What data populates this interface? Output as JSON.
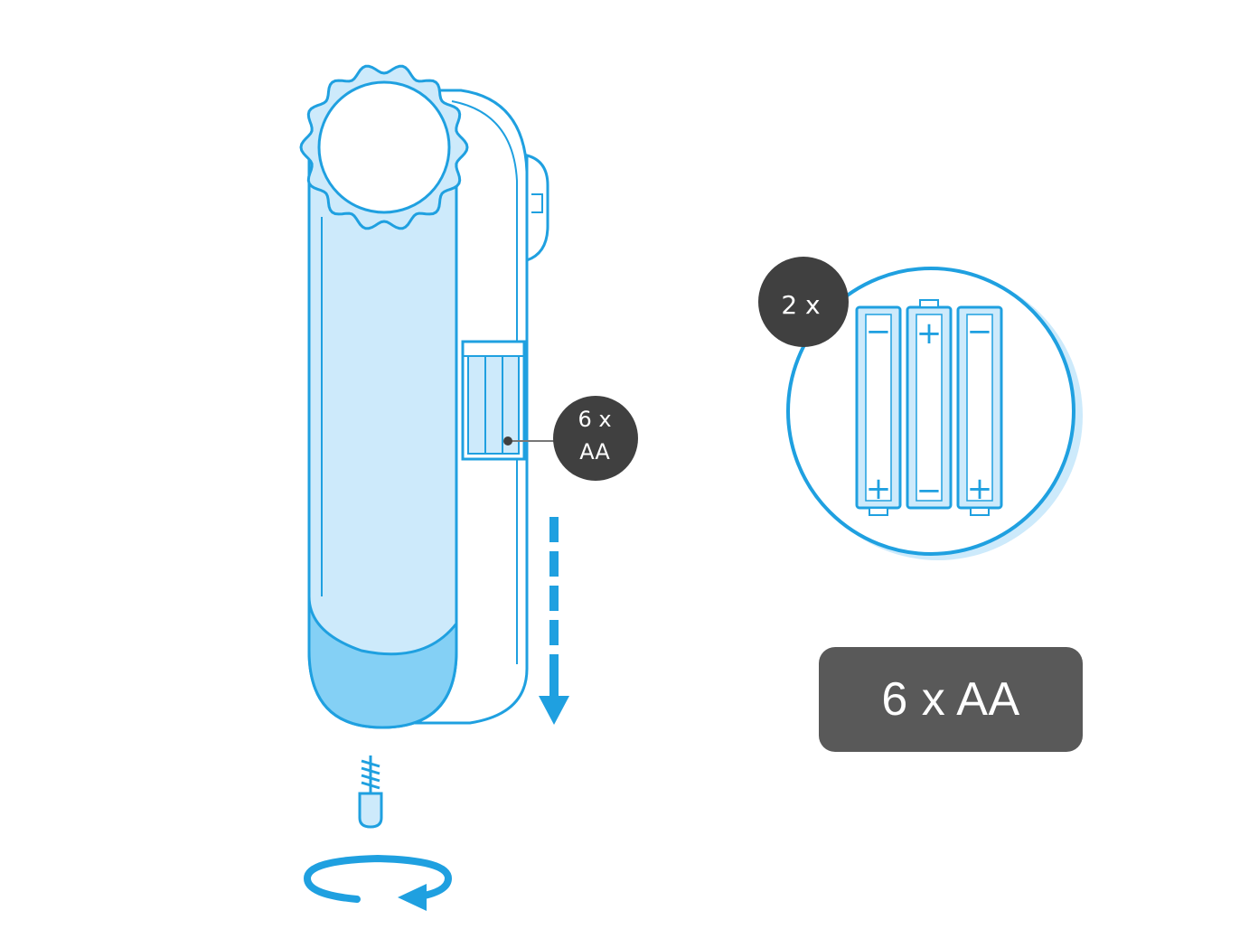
{
  "colors": {
    "outline": "#1fa0e0",
    "light_fill": "#cdeafb",
    "mid_fill": "#84d0f5",
    "white": "#ffffff",
    "callout_bg": "#404040",
    "caption_bg": "#595959"
  },
  "device_callout": {
    "line1": "6 x",
    "line2": "AA"
  },
  "battery_pack": {
    "multiplier": "2 x",
    "cells": [
      {
        "top": "−",
        "bottom": "+"
      },
      {
        "top": "+",
        "bottom": "−"
      },
      {
        "top": "−",
        "bottom": "+"
      }
    ]
  },
  "caption": {
    "text": "6 x AA"
  },
  "icons": [
    "thermostat-body-icon",
    "adjustment-dial-icon",
    "screw-icon",
    "rotate-arrow-icon",
    "slide-down-arrow-icon",
    "battery-icon"
  ]
}
